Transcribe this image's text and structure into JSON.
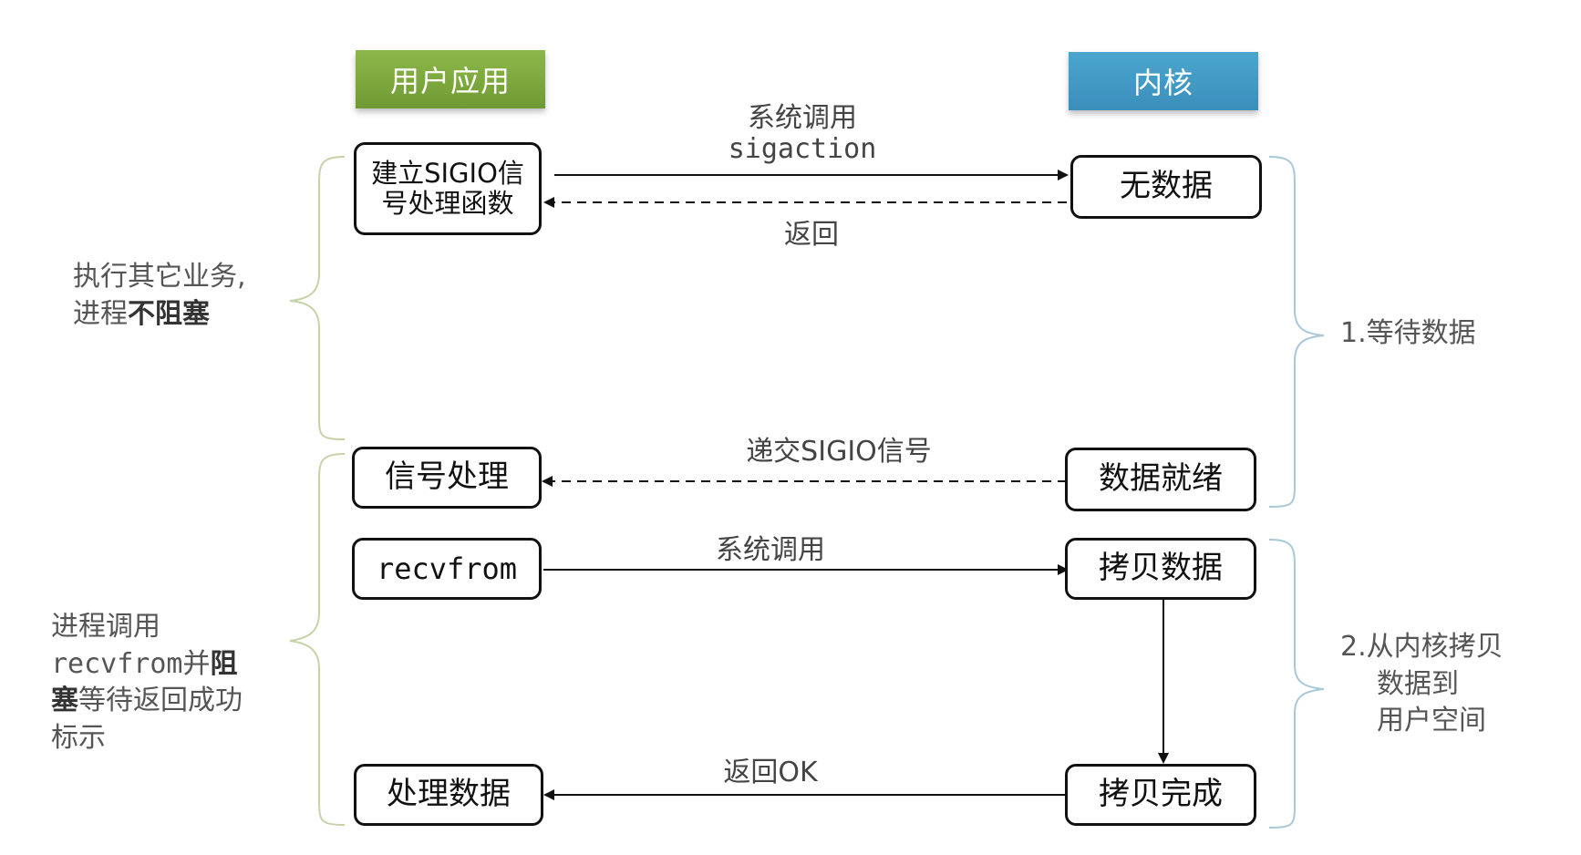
{
  "headers": {
    "user_app": "用户应用",
    "kernel": "内核",
    "user_app_color": "#7fa840",
    "kernel_color": "#3f9ac4"
  },
  "user_boxes": {
    "setup_handler_line1": "建立SIGIO信",
    "setup_handler_line2": "号处理函数",
    "signal_handling": "信号处理",
    "recvfrom": "recvfrom",
    "process_data": "处理数据"
  },
  "kernel_boxes": {
    "no_data": "无数据",
    "data_ready": "数据就绪",
    "copy_data": "拷贝数据",
    "copy_done": "拷贝完成"
  },
  "arrows": {
    "syscall_line1": "系统调用",
    "syscall_line2": "sigaction",
    "return": "返回",
    "deliver_sigio": "递交SIGIO信号",
    "syscall2": "系统调用",
    "return_ok": "返回OK"
  },
  "left_notes": {
    "upper_line1": "执行其它业务,",
    "upper_line2_plain": "进程",
    "upper_line2_bold": "不阻塞",
    "lower_line1": "进程调用",
    "lower_line2_plain": "recvfrom并",
    "lower_line2_bold": "阻",
    "lower_line3_bold": "塞",
    "lower_line3_plain": "等待返回成功",
    "lower_line4": "标示"
  },
  "right_notes": {
    "stage1": "1.等待数据",
    "stage2_line1": "2.从内核拷贝",
    "stage2_line2": "数据到",
    "stage2_line3": "用户空间"
  }
}
